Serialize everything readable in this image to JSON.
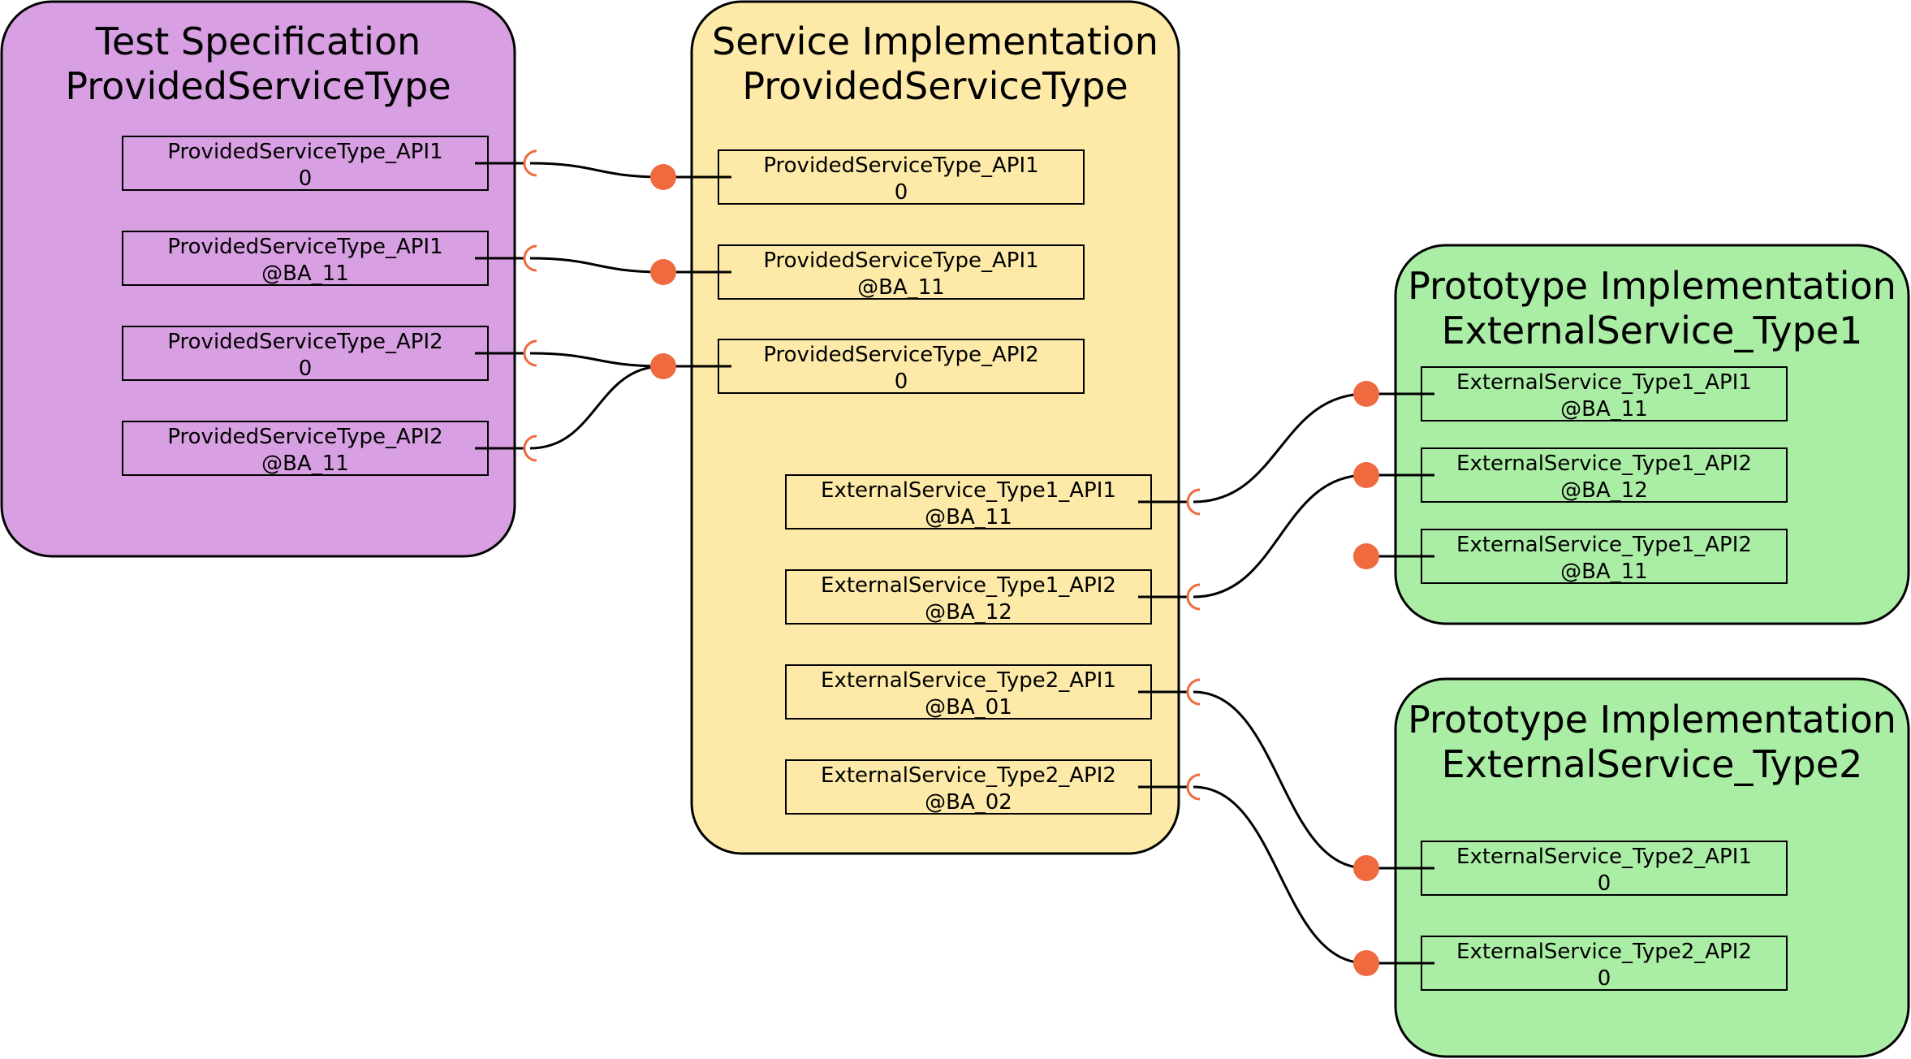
{
  "colors": {
    "test_spec": "#d8a0e2",
    "service_impl": "#fdeaa8",
    "prototype": "#aaeda4",
    "port_box": "#000000",
    "connector": "#ef6a3f",
    "wire": "#000000"
  },
  "nodes": {
    "test_spec": {
      "title": [
        "Test Specification",
        "ProvidedServiceType"
      ]
    },
    "service_impl": {
      "title": [
        "Service Implementation",
        "ProvidedServiceType"
      ]
    },
    "proto1": {
      "title": [
        "Prototype Implementation",
        "ExternalService_Type1"
      ]
    },
    "proto2": {
      "title": [
        "Prototype Implementation",
        "ExternalService_Type2"
      ]
    }
  },
  "ports": {
    "ts1": [
      "ProvidedServiceType_API1",
      "0"
    ],
    "ts2": [
      "ProvidedServiceType_API1",
      "@BA_11"
    ],
    "ts3": [
      "ProvidedServiceType_API2",
      "0"
    ],
    "ts4": [
      "ProvidedServiceType_API2",
      "@BA_11"
    ],
    "si1": [
      "ProvidedServiceType_API1",
      "0"
    ],
    "si2": [
      "ProvidedServiceType_API1",
      "@BA_11"
    ],
    "si3": [
      "ProvidedServiceType_API2",
      "0"
    ],
    "si4": [
      "ExternalService_Type1_API1",
      "@BA_11"
    ],
    "si5": [
      "ExternalService_Type1_API2",
      "@BA_12"
    ],
    "si6": [
      "ExternalService_Type2_API1",
      "@BA_01"
    ],
    "si7": [
      "ExternalService_Type2_API2",
      "@BA_02"
    ],
    "p1a": [
      "ExternalService_Type1_API1",
      "@BA_11"
    ],
    "p1b": [
      "ExternalService_Type1_API2",
      "@BA_12"
    ],
    "p1c": [
      "ExternalService_Type1_API2",
      "@BA_11"
    ],
    "p2a": [
      "ExternalService_Type2_API1",
      "0"
    ],
    "p2b": [
      "ExternalService_Type2_API2",
      "0"
    ]
  },
  "connections": [
    [
      "ts1",
      "si1"
    ],
    [
      "ts2",
      "si2"
    ],
    [
      "ts3",
      "si3"
    ],
    [
      "ts4",
      "si3"
    ],
    [
      "si4",
      "p1a"
    ],
    [
      "si5",
      "p1b"
    ],
    [
      "si6",
      "p2a"
    ],
    [
      "si7",
      "p2b"
    ]
  ]
}
